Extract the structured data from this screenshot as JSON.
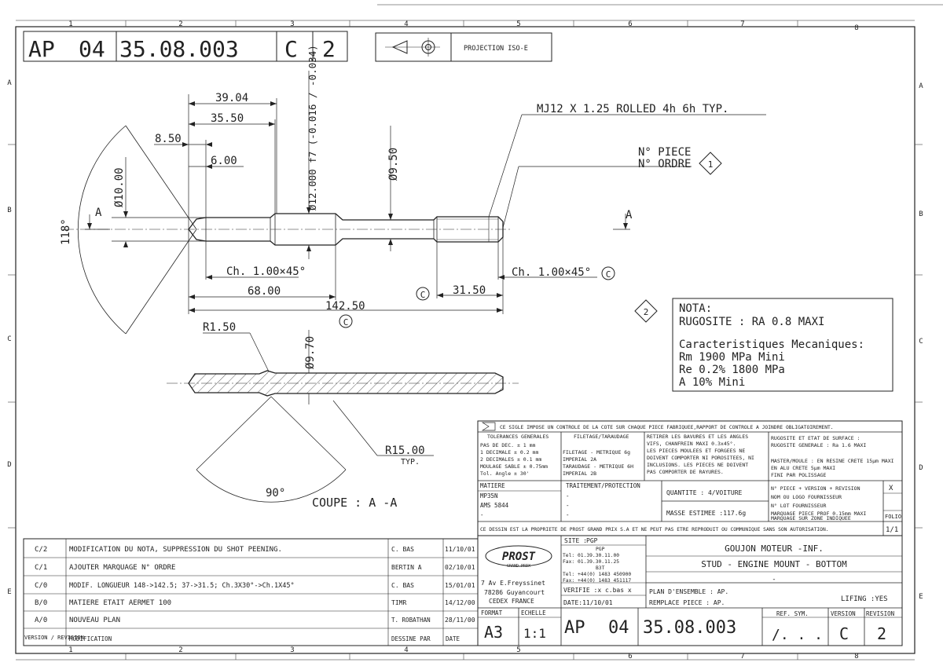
{
  "header": {
    "ap": "AP",
    "ap_num": "04",
    "part_no": "35.08.003",
    "version": "C",
    "revision": "2",
    "projection": "PROJECTION ISO-E"
  },
  "grid": {
    "cols": [
      "1",
      "2",
      "3",
      "4",
      "5",
      "6",
      "7",
      "8"
    ],
    "rows": [
      "A",
      "B",
      "C",
      "D",
      "E"
    ]
  },
  "dims": {
    "d39": "39.04",
    "d35": "35.50",
    "d85": "8.50",
    "d6": "6.00",
    "dia10": "Ø10.00",
    "ang118": "118°",
    "dia12": "Ø12.000 f7 (-0.016 / -0.034)",
    "dia95": "Ø9.50",
    "thread": "MJ12 X 1.25  ROLLED  4h 6h TYP.",
    "piece": "N° PIECE",
    "ordre": "N° ORDRE",
    "note1": "1",
    "cham_l": "Ch. 1.00×45°",
    "cham_r": "Ch. 1.00×45°",
    "d68": "68.00",
    "d315": "31.50",
    "d1425": "142.50",
    "c": "C",
    "sec_a": "A",
    "r150": "R1.50",
    "dia97": "Ø9.70",
    "r15": "R15.00",
    "typ": "TYP.",
    "ang90": "90°",
    "coupe": "COUPE : A -A"
  },
  "nota": {
    "marker": "2",
    "lines": [
      "NOTA:",
      "RUGOSITE : RA 0.8 MAXI",
      "",
      "Caracteristiques Mecaniques:",
      "Rm 1900 MPa Mini",
      "Re 0.2% 1800 MPa",
      "A 10% Mini"
    ]
  },
  "titleblock": {
    "sigle": "CE SIGLE IMPOSE UN CONTROLE DE LA COTE SUR CHAQUE PIECE FABRIQUEE,RAPPORT DE CONTROLE A JOINDRE OBLIGATOIREMENT.",
    "tol_title": "TOLERANCES GENERALES",
    "tol_rows": [
      "PAS DE DEC.     ± 1   mm",
      "1 DECIMALE      ± 0.2 mm",
      "2 DECIMALES     ± 0.1 mm",
      "MOULAGE SABLE   ± 0.75mm",
      "Tol. Angle      ± 30'"
    ],
    "filet_title": "FILETAGE/TARAUDAGE",
    "filet_rows": [
      "FILETAGE  - METRIQUE 6g",
      "            IMPERIAL 2A",
      "TARAUDAGE - METRIQUE 6H",
      "            IMPERIAL 2B"
    ],
    "bavures": [
      "RETIRER LES BAVURES ET LES ANGLES",
      "VIFS, CHANFREIN MAXI 0.3x45°.",
      "LES PIECES MOULEES ET FORGEES NE",
      "DOIVENT COMPORTER NI POROSITEES, NI",
      "INCLUSIONS. LES PIECES NE DOIVENT",
      "PAS COMPORTER DE RAYURES."
    ],
    "rugo": [
      "RUGOSITE ET ETAT DE SURFACE :",
      "RUGOSITE GENERALE : Ra 1.6 MAXI",
      "",
      "MASTER/MOULE : EN RESINE CRETE 15µm MAXI",
      "               EN ALU CRETE 5µm MAXI",
      "               FINI PAR POLISSAGE"
    ],
    "matiere_label": "MATIERE",
    "matiere": [
      "MP35N",
      "AMS 5844",
      "-"
    ],
    "traitement_label": "TRAITEMENT/PROTECTION",
    "traitement": [
      "-",
      "-",
      "-"
    ],
    "quantite": "QUANTITE :  4/VOITURE",
    "masse": "MASSE ESTIMEE :117.6g",
    "marquage": [
      "N° PIECE + VERSION + REVISION",
      "NOM OU LOGO FOURNISSEUR",
      "N° LOT FOURNISSEUR",
      "MARQUAGE PIECE PROF 0.15mm MAXI",
      "MARQUAGE SUR ZONE INDIQUEE"
    ],
    "x": "X",
    "folio_label": "FOLIO",
    "folio": "1/1",
    "propriete": "CE DESSIN EST LA PROPRIETE DE PROST GRAND PRIX S.A ET NE PEUT PAS ETRE REPRODUIT OU COMMUNIQUE SANS SON AUTORISATION.",
    "site_label": "SITE :",
    "site": "PGP",
    "pgp": [
      "PGP",
      "Tel: 01.39.30.11.00",
      "Fax: 01.39.30.11.25",
      "B3T",
      "Tel: +44(0) 1483 450900",
      "Fax: +44(0) 1483 451117"
    ],
    "logo": "PROST",
    "logo_sub": "GRAND PRIX",
    "address": [
      "7 Av E.Freyssinet",
      "78286 Guyancourt",
      "CEDEX FRANCE"
    ],
    "verifie": "VERIFIE :x c.bas x",
    "date": "DATE:11/10/01",
    "title1": "GOUJON MOTEUR -INF.",
    "title2": "STUD - ENGINE MOUNT - BOTTOM",
    "title3": "-",
    "plan_ens": "PLAN D'ENSEMBLE : AP.",
    "remplace": "REMPLACE PIECE  : AP.",
    "lifing": "LIFING :YES",
    "format_label": "FORMAT",
    "format": "A3",
    "echelle_label": "ECHELLE",
    "echelle": "1:1",
    "ref_sym_label": "REF. SYM.",
    "ref_sym": "/. . .",
    "version_label": "VERSION",
    "revision_label": "REVISION"
  },
  "revisions": [
    {
      "code": "C/2",
      "desc": "MODIFICATION DU NOTA, SUPPRESSION DU SHOT PEENING.",
      "by": "C. BAS",
      "date": "11/10/01"
    },
    {
      "code": "C/1",
      "desc": "AJOUTER MARQUAGE N° ORDRE",
      "by": "BERTIN A",
      "date": "02/10/01"
    },
    {
      "code": "C/0",
      "desc": "MODIF. LONGUEUR 148->142.5; 37->31.5; Ch.3X30°->Ch.1X45°",
      "by": "C. BAS",
      "date": "15/01/01"
    },
    {
      "code": "B/0",
      "desc": "MATIERE ETAIT AERMET 100",
      "by": "TIMR",
      "date": "14/12/00"
    },
    {
      "code": "A/0",
      "desc": "NOUVEAU PLAN",
      "by": "T. ROBATHAN",
      "date": "28/11/00"
    }
  ],
  "rev_header": {
    "code": "VERSION / REVISION",
    "desc": "MODIFICATION",
    "by": "DESSINE PAR",
    "date": "DATE"
  }
}
